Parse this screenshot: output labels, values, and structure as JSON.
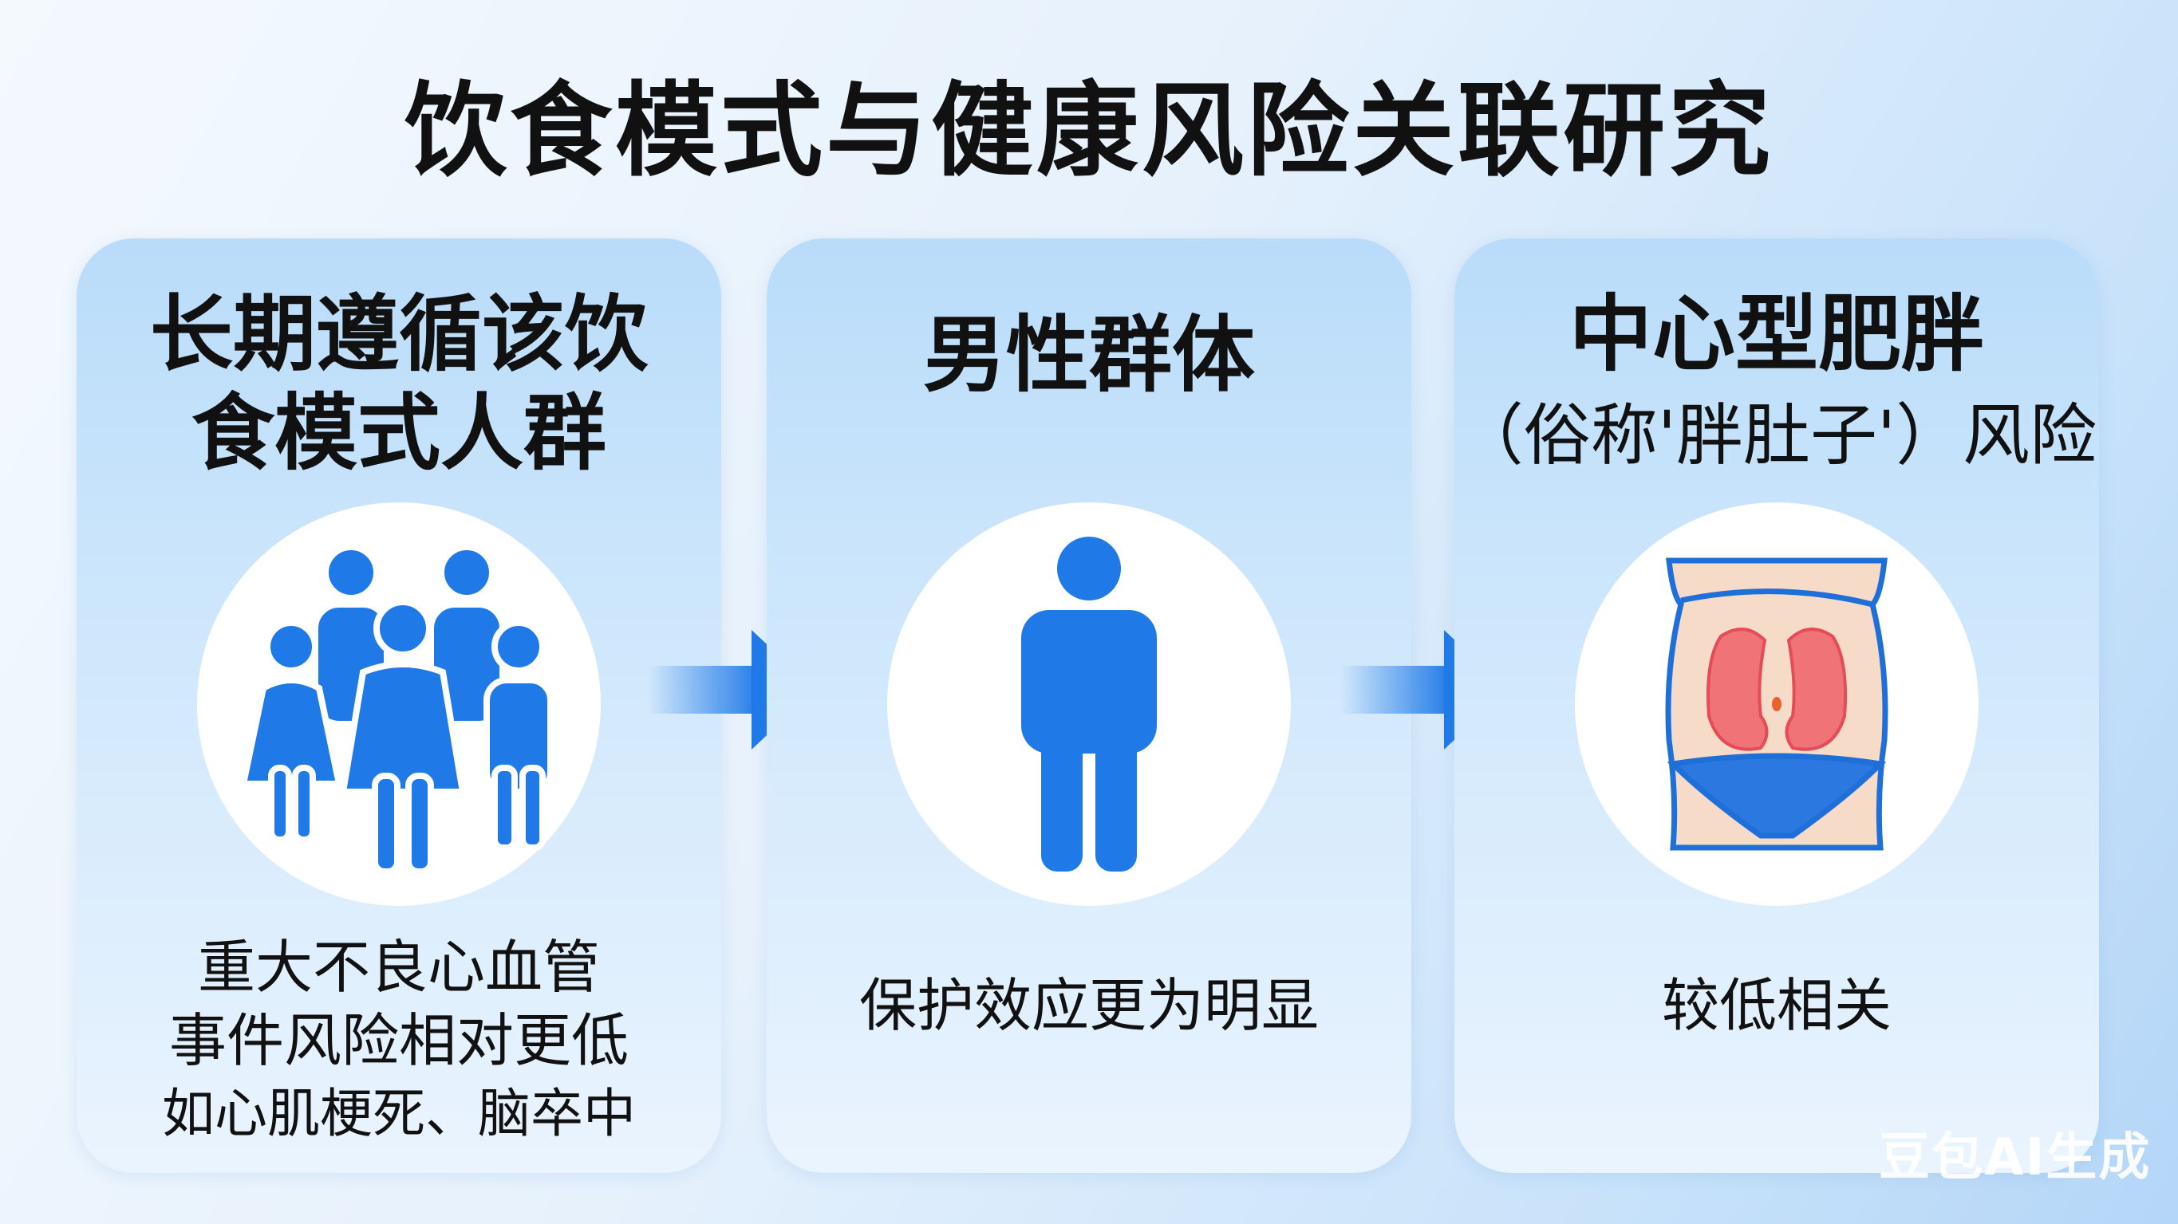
{
  "title": "饮食模式与健康风险关联研究",
  "cards": [
    {
      "heading_lines": [
        "长期遵循该饮",
        "食模式人群"
      ],
      "icon": "group-of-people-icon",
      "desc_lines": [
        "重大不良心血管",
        "事件风险相对更低",
        "如心肌梗死、脑卒中"
      ]
    },
    {
      "heading_lines": [
        "男性群体"
      ],
      "icon": "man-icon",
      "desc_lines": [
        "保护效应更为明显"
      ]
    },
    {
      "heading_lines": [
        "中心型肥胖"
      ],
      "subtitle": "（俗称'胖肚子'）风险",
      "icon": "abdomen-icon",
      "desc_lines": [
        "较低相关"
      ]
    }
  ],
  "watermark": "豆包AI生成",
  "colors": {
    "accent": "#1f7ae8",
    "belly": "#f5d9c4",
    "fat": "#ee7276"
  }
}
